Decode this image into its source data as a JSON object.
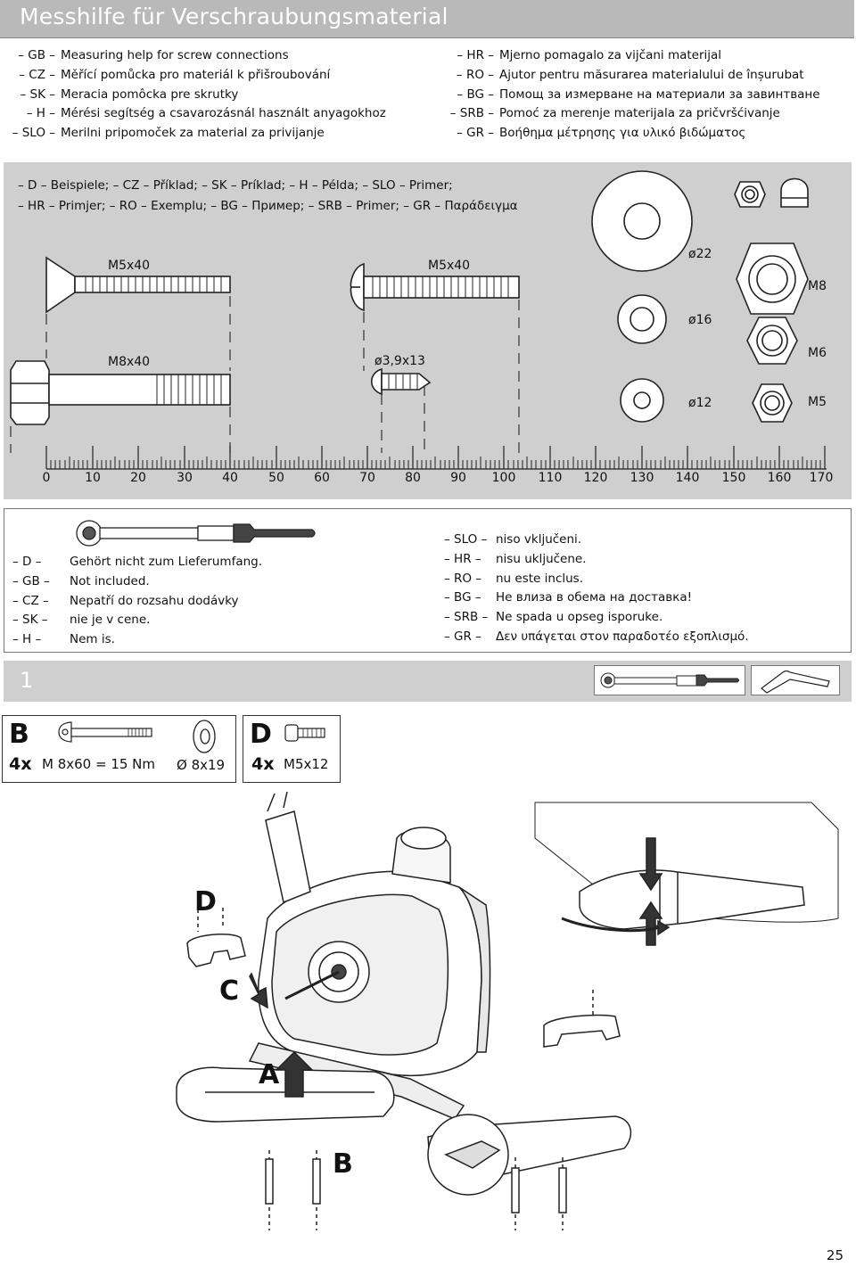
{
  "header": {
    "title": "Messhilfe für Verschraubungsmaterial"
  },
  "languages_left": [
    {
      "code": "– GB –",
      "text": "Measuring help for screw connections"
    },
    {
      "code": "– CZ –",
      "text": "Měřící pomůcka pro materiál k přišroubování"
    },
    {
      "code": "– SK –",
      "text": "Meracia pomôcka pre skrutky"
    },
    {
      "code": "– H –",
      "text": "Mérési segítség a csavarozásnál használt anyagokhoz"
    },
    {
      "code": "– SLO –",
      "text": "Merilni pripomoček za material za privijanje"
    }
  ],
  "languages_right": [
    {
      "code": "– HR –",
      "text": "Mjerno pomagalo za vijčani materijal"
    },
    {
      "code": "– RO –",
      "text": "Ajutor pentru măsurarea materialului de înșurubat"
    },
    {
      "code": "– BG –",
      "text": "Помощ за измерване на материали за завинтване"
    },
    {
      "code": "– SRB –",
      "text": "Pomoć za merenje materijala za pričvršćivanje"
    },
    {
      "code": "– GR –",
      "text": "Βοήθημα μέτρησης για υλικό βιδώματος"
    }
  ],
  "examples": {
    "line1": "– D – Beispiele; – CZ – Příklad; – SK – Príklad; – H – Példa; – SLO – Primer;",
    "line2": "– HR – Primjer; – RO – Exemplu; – BG – Пример; – SRB – Primer; – GR – Παράδειγμα"
  },
  "screws": {
    "countersunk": "M5x40",
    "roundhead": "M5x40",
    "hex_bolt": "M8x40",
    "self_tap": "ø3,9x13"
  },
  "washers": {
    "w22": "ø22",
    "w16": "ø16",
    "w12": "ø12"
  },
  "nuts": {
    "m8": "M8",
    "m6": "M6",
    "m5": "M5"
  },
  "scale": [
    "0",
    "10",
    "20",
    "30",
    "40",
    "50",
    "60",
    "70",
    "80",
    "90",
    "100",
    "110",
    "120",
    "130",
    "140",
    "150",
    "160",
    "170"
  ],
  "not_included_left": [
    {
      "code": "– D –",
      "text": "Gehört nicht zum Lieferumfang."
    },
    {
      "code": "– GB –",
      "text": "Not included."
    },
    {
      "code": "– CZ –",
      "text": "Nepatří do rozsahu dodávky"
    },
    {
      "code": "– SK –",
      "text": "nie je v cene."
    },
    {
      "code": "– H –",
      "text": "Nem is."
    }
  ],
  "not_included_right": [
    {
      "code": "– SLO –",
      "text": "niso vključeni."
    },
    {
      "code": "– HR –",
      "text": "nisu uključene."
    },
    {
      "code": "– RO –",
      "text": "nu este inclus."
    },
    {
      "code": "– BG –",
      "text": "Не влиза в обема на доставка!"
    },
    {
      "code": "– SRB –",
      "text": "Ne spada u opseg isporuke."
    },
    {
      "code": "– GR –",
      "text": "Δεν υπάγεται στον παραδοτέο εξοπλισμό."
    }
  ],
  "step": {
    "number": "1"
  },
  "parts_b": {
    "letter": "B",
    "qty": "4x",
    "bolt": "M 8x60 = 15 Nm",
    "washer": "Ø 8x19"
  },
  "parts_d": {
    "letter": "D",
    "qty": "4x",
    "screw": "M5x12"
  },
  "assembly_labels": {
    "d": "D",
    "c": "C",
    "a": "A",
    "b": "B"
  },
  "page_number": "25"
}
